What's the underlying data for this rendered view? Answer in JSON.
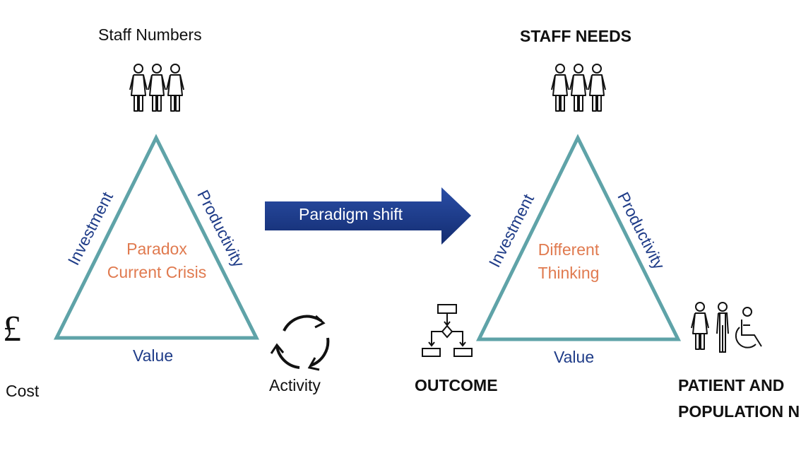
{
  "left": {
    "top_label": "Staff Numbers",
    "left_side": "Investment",
    "right_side": "Productivity",
    "bottom_side": "Value",
    "center_line1": "Paradox",
    "center_line2": "Current Crisis",
    "bottom_left_symbol": "£",
    "bottom_left_label": "Cost",
    "bottom_right_label": "Activity",
    "icons": [
      "staff-people-icon",
      "pound-icon",
      "cycle-arrows-icon"
    ]
  },
  "arrow": {
    "label": "Paradigm shift",
    "color": "#1b3a8c"
  },
  "right": {
    "top_label": "STAFF NEEDS",
    "left_side": "Investment",
    "right_side": "Productivity",
    "bottom_side": "Value",
    "center_line1": "Different",
    "center_line2": "Thinking",
    "bottom_left_label": "OUTCOME",
    "bottom_right_line1": "PATIENT AND",
    "bottom_right_line2": "POPULATION N",
    "icons": [
      "staff-people-icon",
      "flowchart-icon",
      "patients-icon"
    ]
  },
  "colors": {
    "triangle": "#5fa3a8",
    "side_text": "#1f3c88",
    "center_text": "#e07a4f"
  }
}
